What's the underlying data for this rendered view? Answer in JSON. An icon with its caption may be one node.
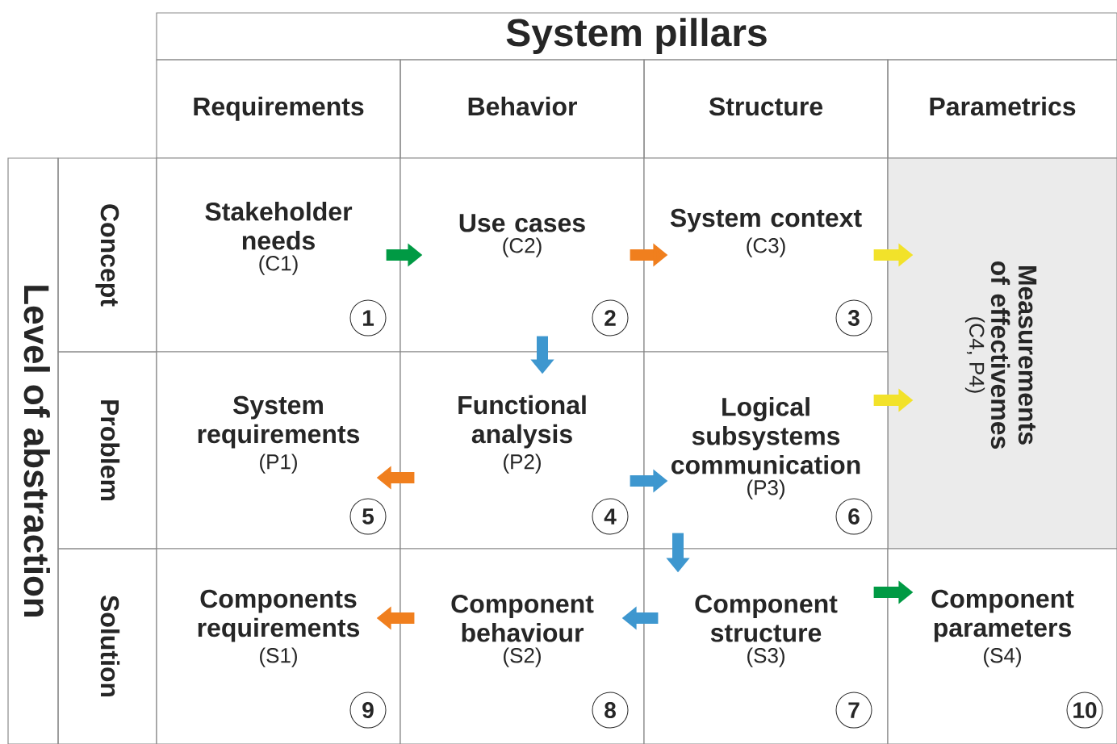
{
  "diagram": {
    "nodes": [
      {
        "text": [
          "Stakeholder needs",
          "(C1)",
          "1"
        ]
      },
      {
        "text": [
          "Use cases",
          "(C2)",
          "2"
        ]
      },
      {
        "text": [
          "System context",
          "(C3)",
          "3"
        ]
      },
      {
        "text": [
          "Measurements of effectivemes",
          "(C4, P4)"
        ]
      },
      {
        "text": [
          "System requirements",
          "(P1)",
          "5"
        ]
      },
      {
        "text": [
          "Functional analysis",
          "(P2)",
          "4"
        ]
      },
      {
        "text": [
          "Logical subsystems communication",
          "(P3)",
          "6"
        ]
      },
      {
        "text": [
          "Components requirements",
          "(S1)",
          "9"
        ]
      },
      {
        "text": [
          "Component behaviour",
          "(S2)",
          "8"
        ]
      },
      {
        "text": [
          "Component structure",
          "(S3)",
          "7"
        ]
      },
      {
        "text": [
          "Component parameters",
          "(S4)",
          "10"
        ]
      }
    ],
    "edges": [
      {
        "from": 0,
        "to": 1,
        "arrow": "to",
        "color": "#009a44"
      },
      {
        "from": 1,
        "to": 2,
        "arrow": "to",
        "color": "#f07f1e"
      },
      {
        "from": 2,
        "to": 3,
        "arrow": "to",
        "color": "#f2e22a"
      },
      {
        "from": 1,
        "to": 5,
        "arrow": "to",
        "color": "#3e97cf"
      },
      {
        "from": 5,
        "to": 4,
        "arrow": "to",
        "color": "#f07f1e"
      },
      {
        "from": 5,
        "to": 6,
        "arrow": "to",
        "color": "#3e97cf"
      },
      {
        "from": 6,
        "to": 3,
        "arrow": "to",
        "color": "#f2e22a"
      },
      {
        "from": 6,
        "to": 9,
        "arrow": "to",
        "color": "#3e97cf"
      },
      {
        "from": 9,
        "to": 8,
        "arrow": "to",
        "color": "#3e97cf"
      },
      {
        "from": 8,
        "to": 7,
        "arrow": "to",
        "color": "#f07f1e"
      },
      {
        "from": 9,
        "to": 10,
        "arrow": "to",
        "color": "#009a44"
      }
    ],
    "labels": [
      "System pillars",
      "Requirements",
      "Behavior",
      "Structure",
      "Parametrics",
      "Level of abstraction",
      "Concept",
      "Problem",
      "Solution"
    ]
  }
}
